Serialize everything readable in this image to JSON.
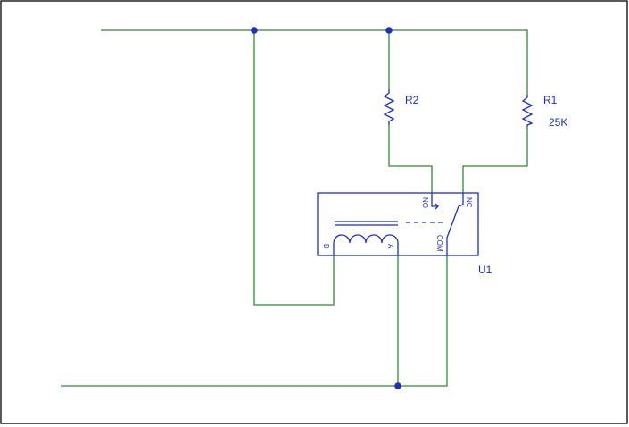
{
  "components": {
    "r1": {
      "ref": "R1",
      "value": "25K"
    },
    "r2": {
      "ref": "R2"
    },
    "u1": {
      "ref": "U1",
      "pins": {
        "no": "NO",
        "nc": "NC",
        "com": "COM",
        "b": "B",
        "a": "A"
      }
    }
  },
  "colors": {
    "wire": "#2e8b2e",
    "component": "#1a2fc8",
    "junction": "#1a2fc8"
  }
}
